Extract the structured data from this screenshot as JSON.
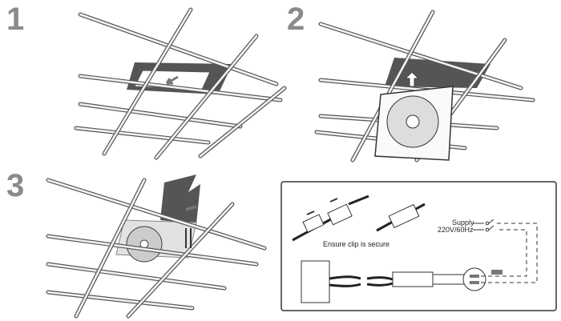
{
  "steps": [
    {
      "number": "1"
    },
    {
      "number": "2"
    },
    {
      "number": "3"
    }
  ],
  "wiring": {
    "clip_note": "Ensure clip is secure",
    "supply_label": "Supply",
    "voltage_label": "220V/60Hz"
  },
  "colors": {
    "step_number": "#8a8a8a",
    "tile": "#555555",
    "frame": "#333333"
  }
}
